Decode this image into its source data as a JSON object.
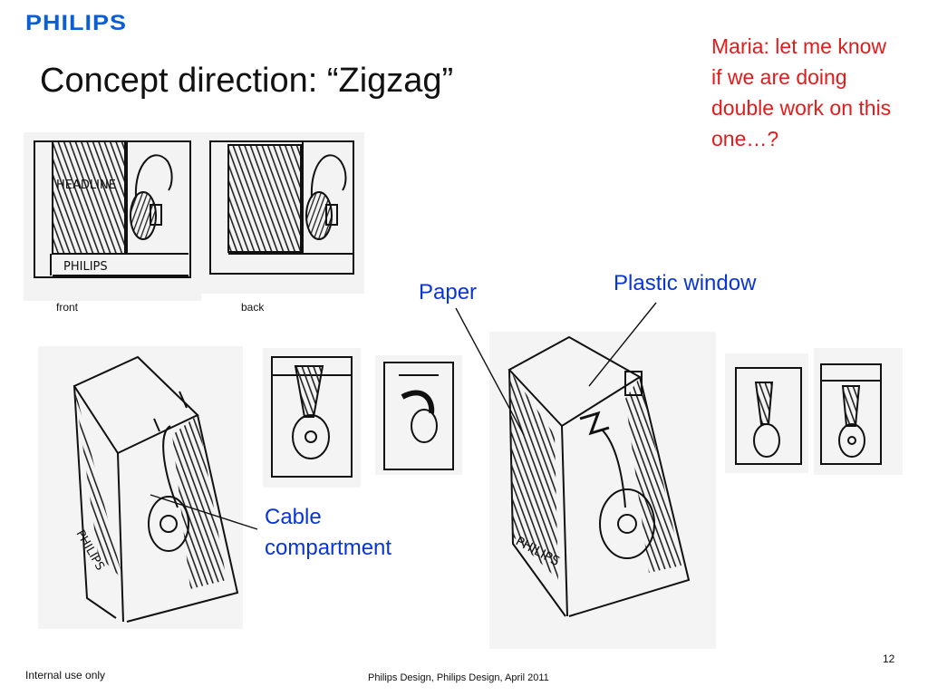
{
  "brand": {
    "logo_text": "PHILIPS",
    "logo_color": "#0b5ed7"
  },
  "slide": {
    "title": "Concept direction: “Zigzag”",
    "page_number": "12"
  },
  "note": {
    "text": "Maria: let me know if we are doing double work on this one…?",
    "color": "#e31b1b"
  },
  "sketch_labels": {
    "front": "front",
    "back": "back",
    "heading_handwritten": "HEADLINE",
    "brand_handwritten": "PHILIPS"
  },
  "callouts": {
    "color": "#0a35d6",
    "paper": "Paper",
    "plastic_window": "Plastic window",
    "cable_line1": "Cable",
    "cable_line2": "compartment"
  },
  "footer": {
    "left": "Internal use only",
    "center": "Philips Design, Philips Design, April 2011"
  },
  "icons": [
    "headphone-sketch",
    "box-sketch"
  ]
}
